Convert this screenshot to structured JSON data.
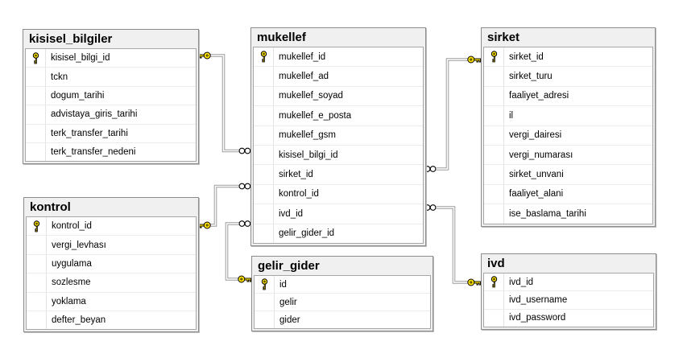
{
  "diagram": {
    "title": "database-diagram",
    "tables": [
      {
        "name": "kisisel_bilgiler",
        "columns": [
          {
            "name": "kisisel_bilgi_id",
            "pk": true
          },
          {
            "name": "tckn",
            "pk": false
          },
          {
            "name": "dogum_tarihi",
            "pk": false
          },
          {
            "name": "advistaya_giris_tarihi",
            "pk": false
          },
          {
            "name": "terk_transfer_tarihi",
            "pk": false
          },
          {
            "name": "terk_transfer_nedeni",
            "pk": false
          }
        ]
      },
      {
        "name": "mukellef",
        "columns": [
          {
            "name": "mukellef_id",
            "pk": true
          },
          {
            "name": "mukellef_ad",
            "pk": false
          },
          {
            "name": "mukellef_soyad",
            "pk": false
          },
          {
            "name": "mukellef_e_posta",
            "pk": false
          },
          {
            "name": "mukellef_gsm",
            "pk": false
          },
          {
            "name": "kisisel_bilgi_id",
            "pk": false
          },
          {
            "name": "sirket_id",
            "pk": false
          },
          {
            "name": "kontrol_id",
            "pk": false
          },
          {
            "name": "ivd_id",
            "pk": false
          },
          {
            "name": "gelir_gider_id",
            "pk": false
          }
        ]
      },
      {
        "name": "sirket",
        "columns": [
          {
            "name": "sirket_id",
            "pk": true
          },
          {
            "name": "sirket_turu",
            "pk": false
          },
          {
            "name": "faaliyet_adresi",
            "pk": false
          },
          {
            "name": "il",
            "pk": false
          },
          {
            "name": "vergi_dairesi",
            "pk": false
          },
          {
            "name": "vergi_numarası",
            "pk": false
          },
          {
            "name": "sirket_unvani",
            "pk": false
          },
          {
            "name": "faaliyet_alani",
            "pk": false
          },
          {
            "name": "ise_baslama_tarihi",
            "pk": false
          }
        ]
      },
      {
        "name": "kontrol",
        "columns": [
          {
            "name": "kontrol_id",
            "pk": true
          },
          {
            "name": "vergi_levhası",
            "pk": false
          },
          {
            "name": "uygulama",
            "pk": false
          },
          {
            "name": "sozlesme",
            "pk": false
          },
          {
            "name": "yoklama",
            "pk": false
          },
          {
            "name": "defter_beyan",
            "pk": false
          }
        ]
      },
      {
        "name": "gelir_gider",
        "columns": [
          {
            "name": "id",
            "pk": true
          },
          {
            "name": "gelir",
            "pk": false
          },
          {
            "name": "gider",
            "pk": false
          }
        ]
      },
      {
        "name": "ivd",
        "columns": [
          {
            "name": "ivd_id",
            "pk": true
          },
          {
            "name": "ivd_username",
            "pk": false
          },
          {
            "name": "ivd_password",
            "pk": false
          }
        ]
      }
    ],
    "relationships": [
      {
        "one": "kisisel_bilgiler",
        "many": "mukellef",
        "one_end_icon": "key-icon",
        "many_end_icon": "infinity-icon"
      },
      {
        "one": "sirket",
        "many": "mukellef",
        "one_end_icon": "key-icon",
        "many_end_icon": "infinity-icon"
      },
      {
        "one": "kontrol",
        "many": "mukellef",
        "one_end_icon": "key-icon",
        "many_end_icon": "infinity-icon"
      },
      {
        "one": "gelir_gider",
        "many": "mukellef",
        "one_end_icon": "key-icon",
        "many_end_icon": "infinity-icon"
      },
      {
        "one": "ivd",
        "many": "mukellef",
        "one_end_icon": "key-icon",
        "many_end_icon": "infinity-icon"
      }
    ],
    "colors": {
      "header_bg": "#f0f0f0",
      "row_bg": "#ffffff",
      "outer_border": "#8c8c8c",
      "inner_border": "#a6a6a6",
      "row_separator": "#ececec",
      "connector_gray": "#9c9c9c",
      "key_yellow": "#ffe400",
      "text": "#000000"
    }
  }
}
